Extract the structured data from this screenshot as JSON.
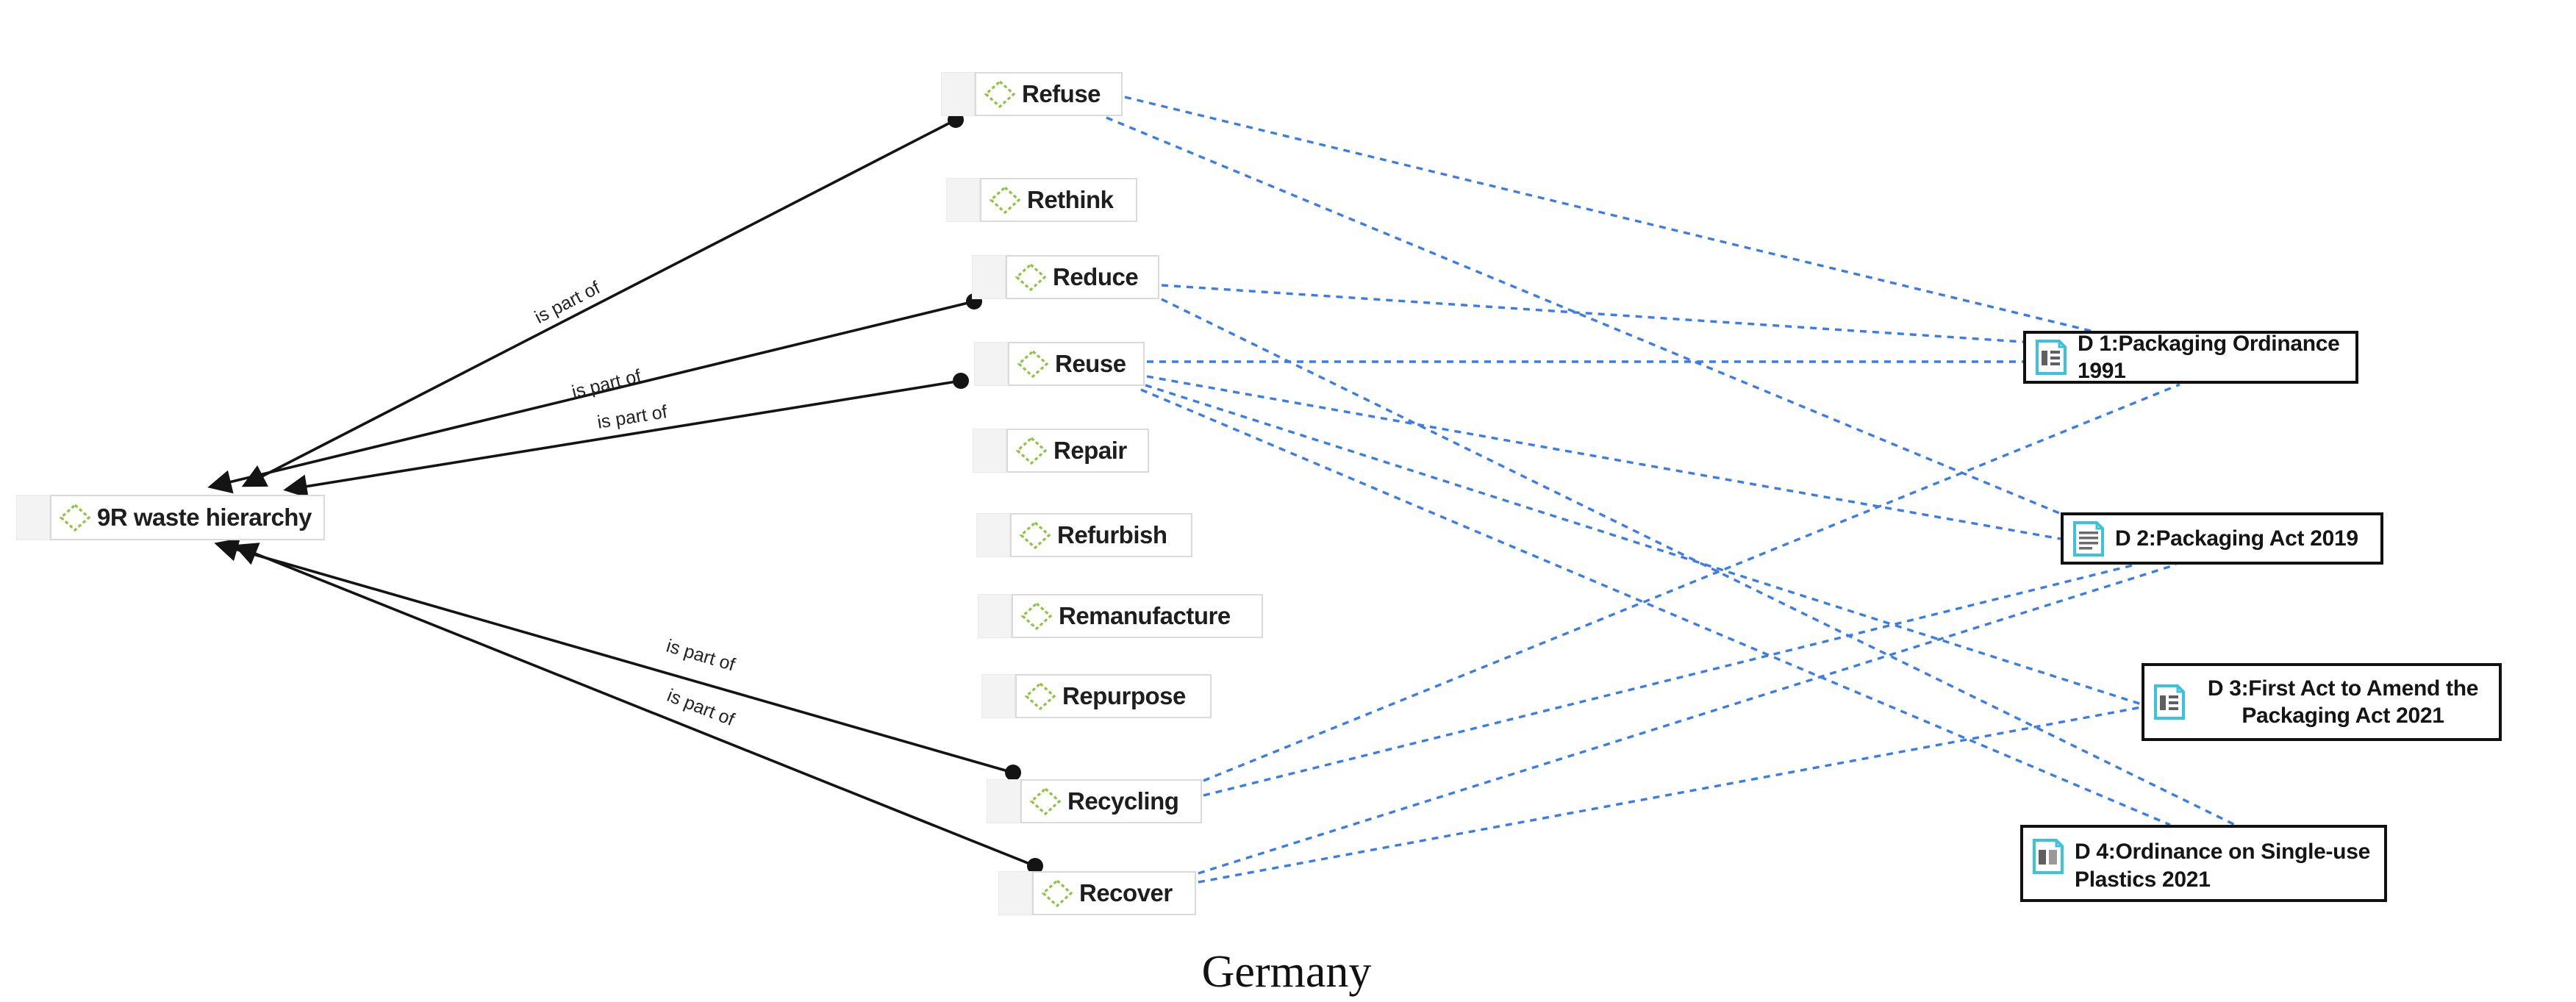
{
  "root_label": "9R waste hierarchy",
  "edge_label": "is part of",
  "strategies": {
    "refuse": "Refuse",
    "rethink": "Rethink",
    "reduce": "Reduce",
    "reuse": "Reuse",
    "repair": "Repair",
    "refurbish": "Refurbish",
    "remanufacture": "Remanufacture",
    "repurpose": "Repurpose",
    "recycling": "Recycling",
    "recover": "Recover"
  },
  "documents": {
    "d1": "D 1:Packaging Ordinance 1991",
    "d2": "D 2:Packaging Act 2019",
    "d3": "D 3:First Act to Amend the Packaging Act 2021",
    "d4": "D 4:Ordinance on Single-use Plastics 2021"
  },
  "caption": "Germany",
  "relations": {
    "is_part_of_sources": [
      "Refuse",
      "Reduce",
      "Reuse",
      "Recycling",
      "Recover"
    ],
    "is_part_of_target": "9R waste hierarchy",
    "document_links": {
      "D 1:Packaging Ordinance 1991": [
        "Refuse",
        "Reduce",
        "Reuse",
        "Recycling"
      ],
      "D 2:Packaging Act 2019": [
        "Refuse",
        "Reuse",
        "Recycling",
        "Recover"
      ],
      "D 3:First Act to Amend the Packaging Act 2021": [
        "Reuse",
        "Recover"
      ],
      "D 4:Ordinance on Single-use Plastics 2021": [
        "Reduce",
        "Reuse"
      ]
    }
  },
  "colors": {
    "diamond_green": "#8CC63F",
    "link_blue": "#3B7CEC",
    "edge_black": "#141414",
    "doc_icon_cyan": "#3BC3DD",
    "node_tab_gray": "#F3F3F3"
  }
}
